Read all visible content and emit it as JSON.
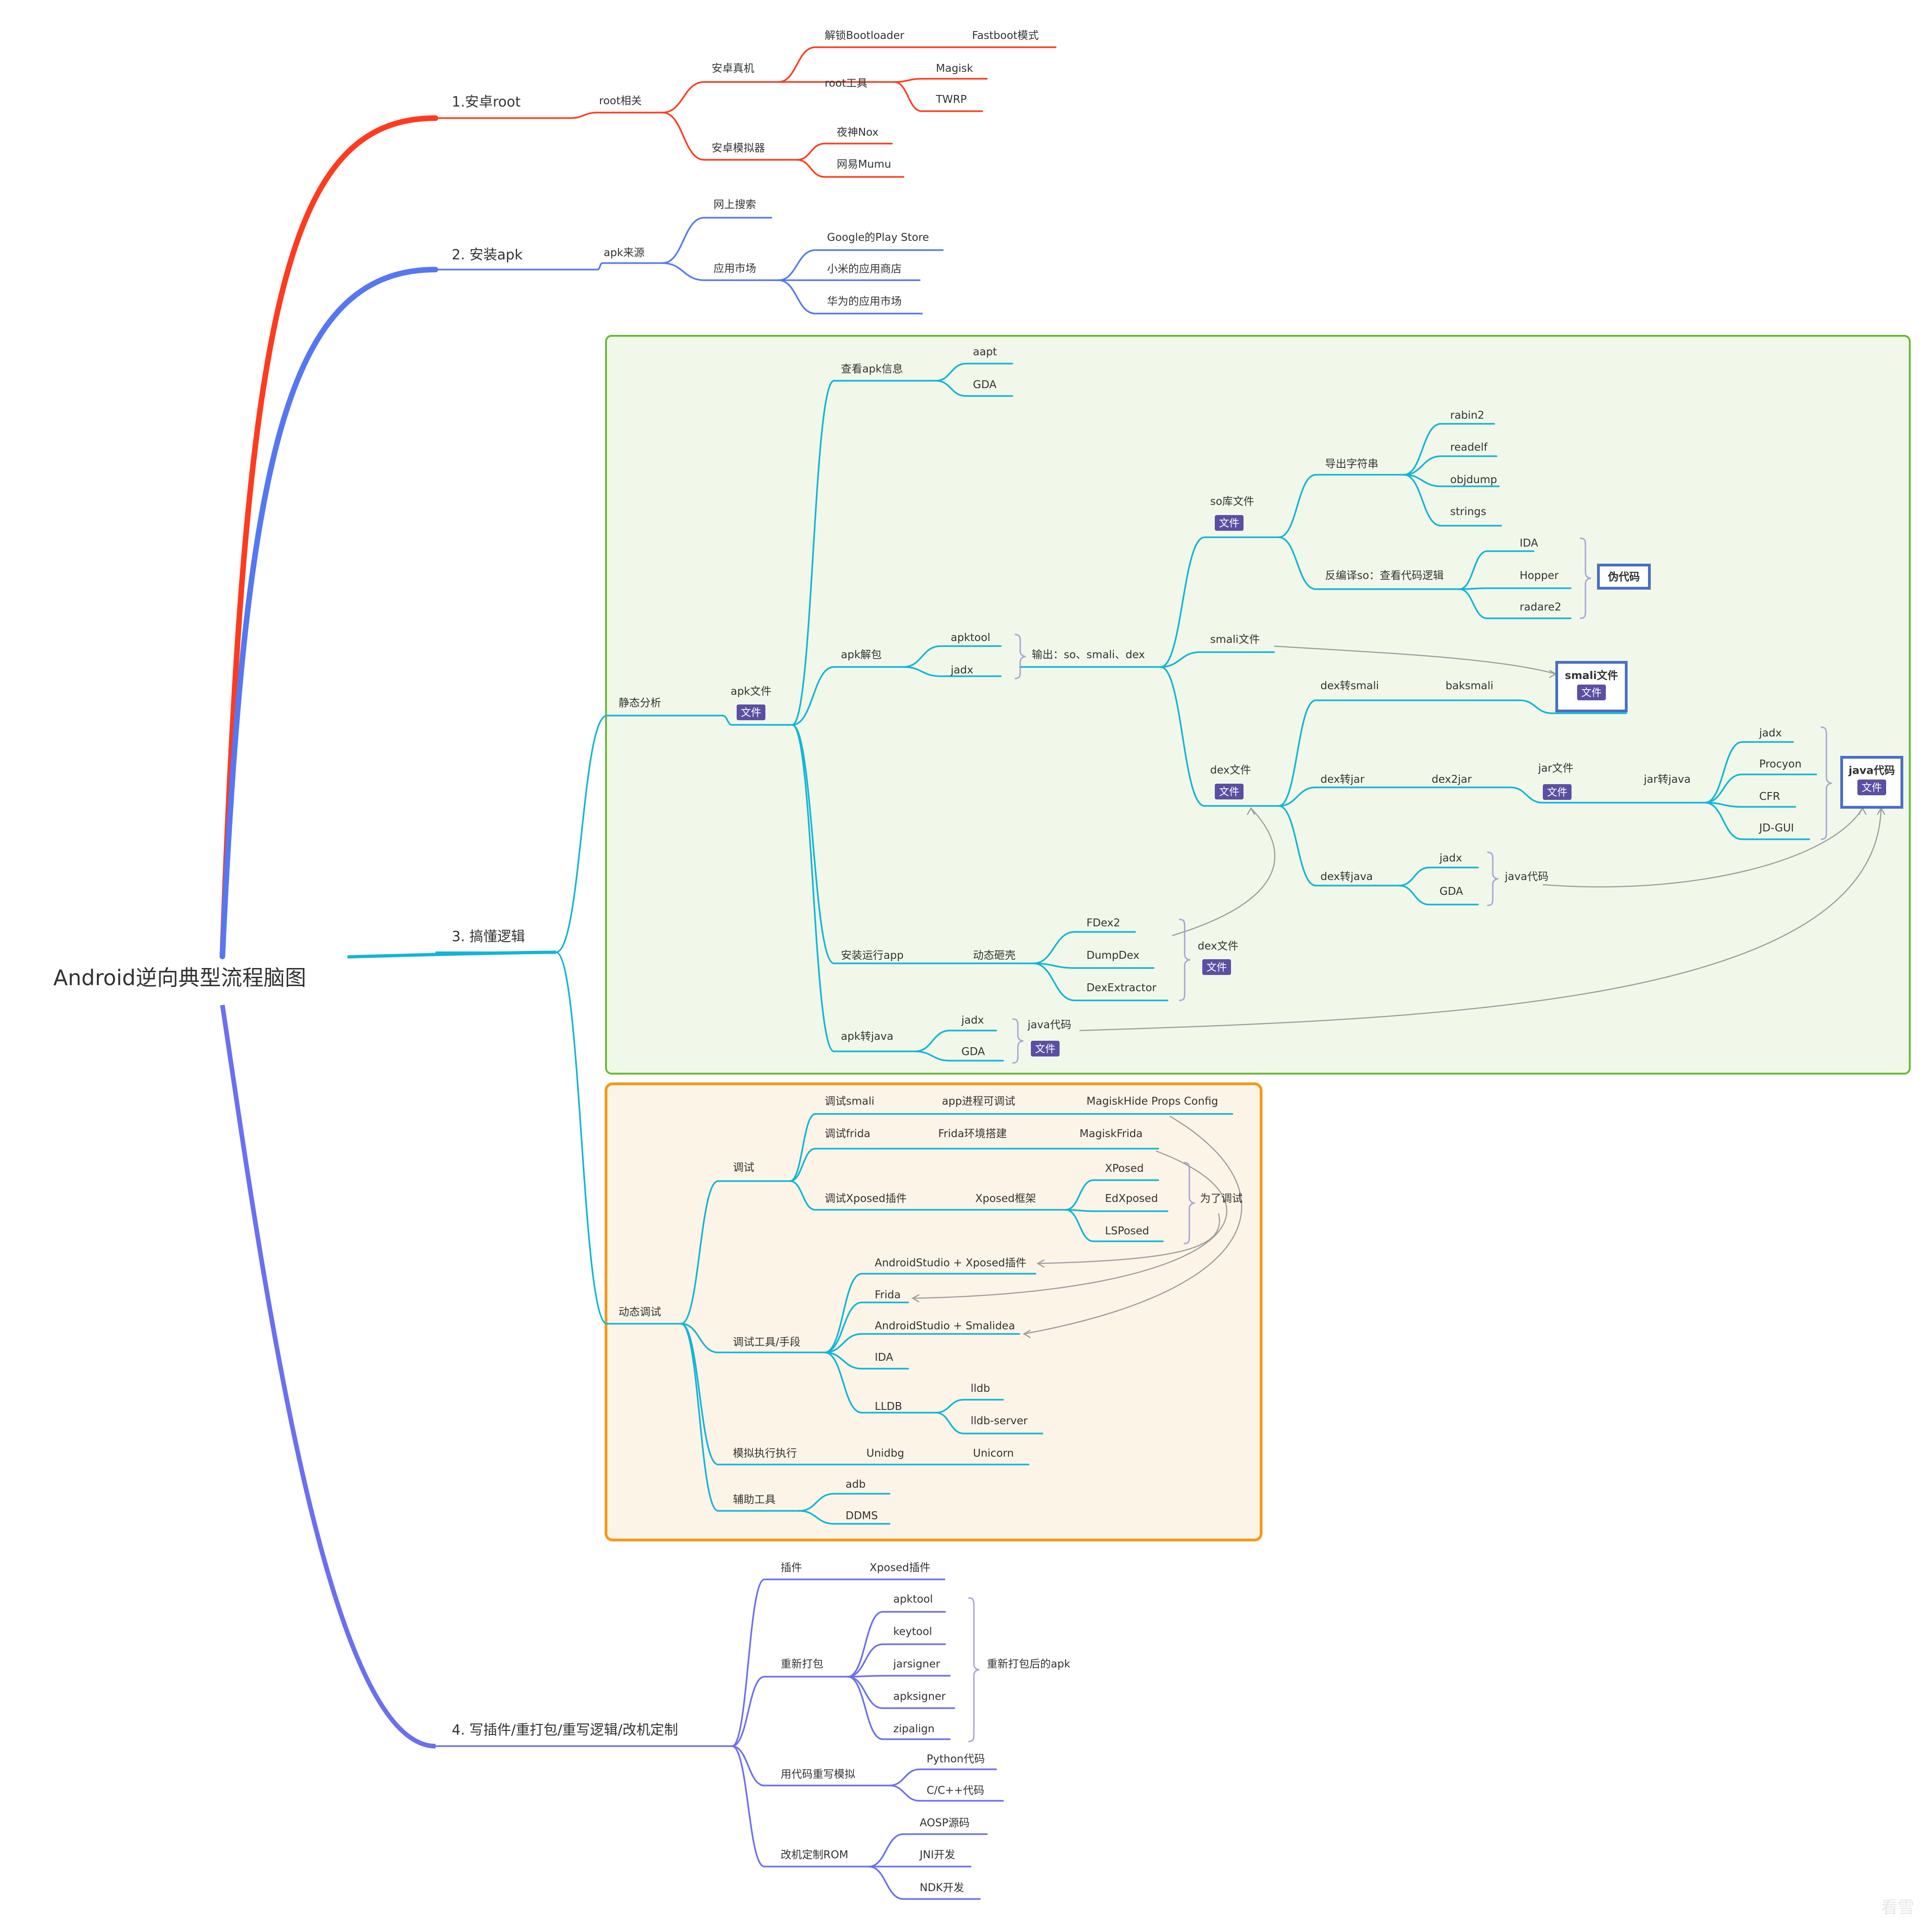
{
  "colors": {
    "root_branch_1": "#ff3b1f",
    "root_branch_2": "#5577f2",
    "root_branch_3": "#12b5d6",
    "root_branch_4": "#6b6ff0",
    "static_section": "#66bb33",
    "dynamic_section": "#f39a1e",
    "tag": "#5b4fa3"
  },
  "title": "Android逆向典型流程脑图",
  "branches": {
    "root": "1.安卓root",
    "install": "2. 安装apk",
    "logic": "3. 搞懂逻辑",
    "custom": "4. 写插件/重打包/重写逻辑/改机定制"
  },
  "tag_file": "文件",
  "b1": {
    "root_rel": "root相关",
    "device": "安卓真机",
    "unlock_bl": "解锁Bootloader",
    "fastboot": "Fastboot模式",
    "root_tools": "root工具",
    "magisk": "Magisk",
    "twrp": "TWRP",
    "emulator": "安卓模拟器",
    "nox": "夜神Nox",
    "mumu": "网易Mumu"
  },
  "b2": {
    "source": "apk来源",
    "web_search": "网上搜索",
    "market": "应用市场",
    "google_play": "Google的Play Store",
    "xiaomi": "小米的应用商店",
    "huawei": "华为的应用市场"
  },
  "b3": {
    "static": "静态分析",
    "apk_file": "apk文件",
    "view_info": "查看apk信息",
    "aapt": "aapt",
    "gda1": "GDA",
    "unpack": "apk解包",
    "apktool": "apktool",
    "jadx1": "jadx",
    "output": "输出：so、smali、dex",
    "so_file": "so库文件",
    "export_str": "导出字符串",
    "rabin2": "rabin2",
    "readelf": "readelf",
    "objdump": "objdump",
    "strings": "strings",
    "decompile_so": "反编译so：查看代码逻辑",
    "ida1": "IDA",
    "hopper": "Hopper",
    "radare2": "radare2",
    "pseudo": "伪代码",
    "smali_file": "smali文件",
    "smali_file_box": "smali文件",
    "dex_file": "dex文件",
    "dex2smali": "dex转smali",
    "baksmali": "baksmali",
    "dex2jar_lbl": "dex转jar",
    "dex2jar": "dex2jar",
    "jar_file": "jar文件",
    "jar2java": "jar转java",
    "jadx2": "jadx",
    "procyon": "Procyon",
    "cfr": "CFR",
    "jdgui": "JD-GUI",
    "java_code_box": "java代码",
    "dex2java": "dex转java",
    "jadx3": "jadx",
    "gda2": "GDA",
    "java_code1": "java代码",
    "install_run": "安装运行app",
    "dyn_unpack": "动态砸壳",
    "fdex2": "FDex2",
    "dumpdex": "DumpDex",
    "dexextractor": "DexExtractor",
    "dex_file2": "dex文件",
    "apk2java": "apk转java",
    "jadx4": "jadx",
    "gda3": "GDA",
    "java_code2": "java代码",
    "dynamic": "动态调试",
    "debug": "调试",
    "debug_smali": "调试smali",
    "app_debuggable": "app进程可调试",
    "magiskhide": "MagiskHide Props Config",
    "debug_frida": "调试frida",
    "frida_env": "Frida环境搭建",
    "magiskfrida": "MagiskFrida",
    "debug_xposed": "调试Xposed插件",
    "xposed_fw": "Xposed框架",
    "xposed": "XPosed",
    "edxposed": "EdXposed",
    "lsposed": "LSPosed",
    "for_debug": "为了调试",
    "tools": "调试工具/手段",
    "as_xposed": "AndroidStudio + Xposed插件",
    "frida": "Frida",
    "as_smalidea": "AndroidStudio + Smalidea",
    "ida2": "IDA",
    "lldb_grp": "LLDB",
    "lldb": "lldb",
    "lldb_server": "lldb-server",
    "emulate": "模拟执行执行",
    "unidbg": "Unidbg",
    "unicorn": "Unicorn",
    "aux": "辅助工具",
    "adb": "adb",
    "ddms": "DDMS"
  },
  "b4": {
    "plugin": "插件",
    "xposed_plugin": "Xposed插件",
    "repack": "重新打包",
    "apktool": "apktool",
    "keytool": "keytool",
    "jarsigner": "jarsigner",
    "apksigner": "apksigner",
    "zipalign": "zipalign",
    "repacked_apk": "重新打包后的apk",
    "rewrite": "用代码重写模拟",
    "python": "Python代码",
    "cpp": "C/C++代码",
    "rom": "改机定制ROM",
    "aosp": "AOSP源码",
    "jni": "JNI开发",
    "ndk": "NDK开发"
  },
  "watermark": "看雪"
}
